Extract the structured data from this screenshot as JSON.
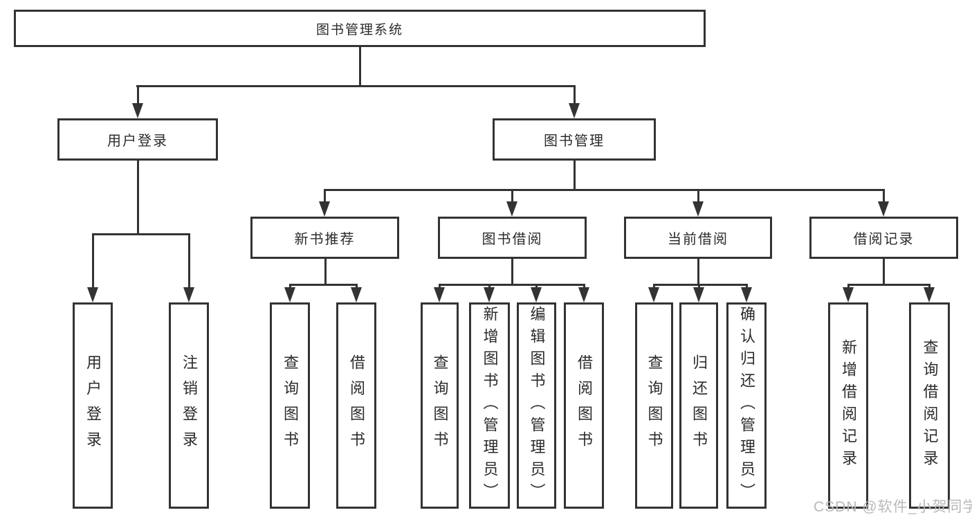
{
  "tree": {
    "label": "图书管理系统",
    "children": [
      {
        "label": "用户登录",
        "children": [
          {
            "label": "用户登录"
          },
          {
            "label": "注销登录"
          }
        ]
      },
      {
        "label": "图书管理",
        "children": [
          {
            "label": "新书推荐",
            "children": [
              {
                "label": "查询图书"
              },
              {
                "label": "借阅图书"
              }
            ]
          },
          {
            "label": "图书借阅",
            "children": [
              {
                "label": "查询图书"
              },
              {
                "label": "新增图书（管理员）"
              },
              {
                "label": "编辑图书（管理员）"
              },
              {
                "label": "借阅图书"
              }
            ]
          },
          {
            "label": "当前借阅",
            "children": [
              {
                "label": "查询图书"
              },
              {
                "label": "归还图书"
              },
              {
                "label": "确认归还（管理员）"
              }
            ]
          },
          {
            "label": "借阅记录",
            "children": [
              {
                "label": "新增借阅记录"
              },
              {
                "label": "查询借阅记录"
              }
            ]
          }
        ]
      }
    ]
  },
  "watermark": {
    "text": "CSDN @软件_小贺同学",
    "color": "#b9b9b9"
  },
  "colors": {
    "line": "#333333",
    "text": "#2b2b2b",
    "background": "#ffffff"
  }
}
